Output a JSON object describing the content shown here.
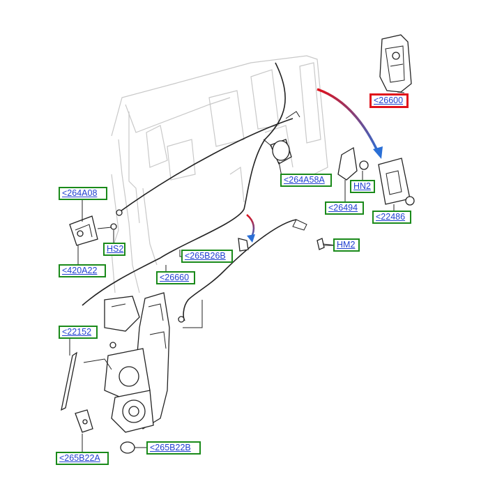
{
  "callouts": {
    "c26600": "<26600",
    "c264A58A": "<264A58A",
    "cHN2": "HN2",
    "c26494": "<26494",
    "c22486": "<22486",
    "c264A08": "<264A08",
    "cHS2": "HS2",
    "c420A22": "<420A22",
    "c265B26B": "<265B26B",
    "c26660": "<26660",
    "cHM2": "HM2",
    "c22152": "<22152",
    "c265B22A": "<265B22A",
    "c265B22B": "<265B22B"
  },
  "colors": {
    "callout_border": "#1a8a1a",
    "callout_text": "#1f3fd0",
    "highlight_border": "#e0101a",
    "arrow_red": "#e0101a",
    "arrow_blue": "#2a6fd6",
    "ghost_outline": "#c8c8c8"
  }
}
